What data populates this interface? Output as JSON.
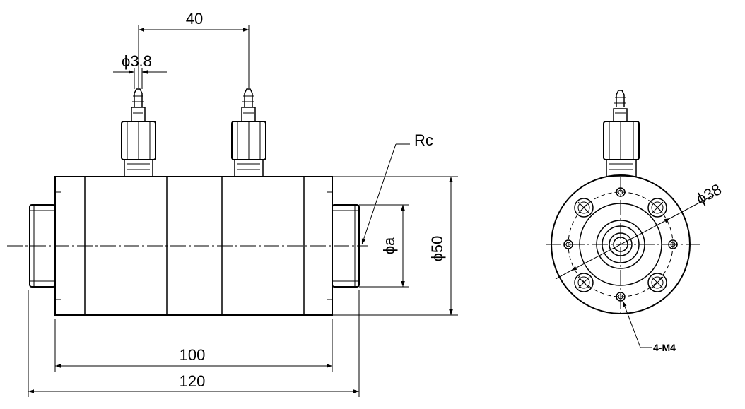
{
  "dimensions": {
    "port_spacing": "40",
    "port_diameter": "ϕ3.8",
    "body_length": "100",
    "overall_length": "120",
    "bore_diameter": "ϕa",
    "body_diameter": "ϕ50",
    "bolt_circle": "ϕ38",
    "thread_port": "Rc",
    "mount_holes": "4-M4"
  }
}
